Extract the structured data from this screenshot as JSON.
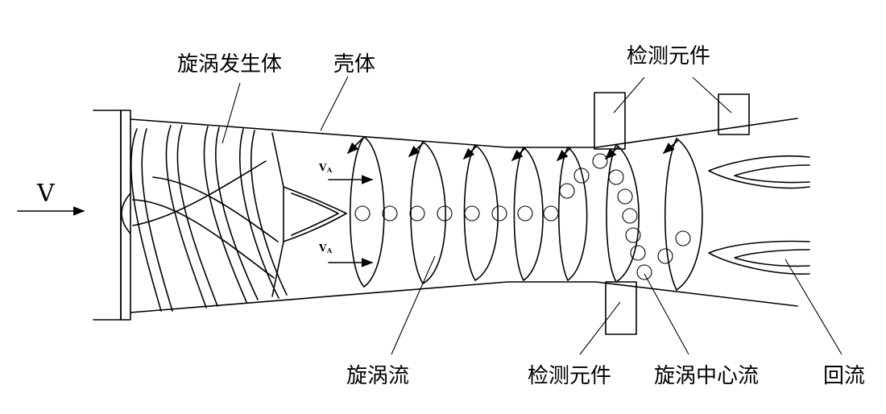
{
  "labels": {
    "vortex_generator": "旋涡发生体",
    "housing": "壳体",
    "detector_top": "检测元件",
    "vortex_flow": "旋涡流",
    "detector_bottom": "检测元件",
    "vortex_center_flow": "旋涡中心流",
    "backflow": "回流",
    "inlet_velocity": "V",
    "axial_velocity_main": "V",
    "axial_velocity_sub": "A"
  }
}
